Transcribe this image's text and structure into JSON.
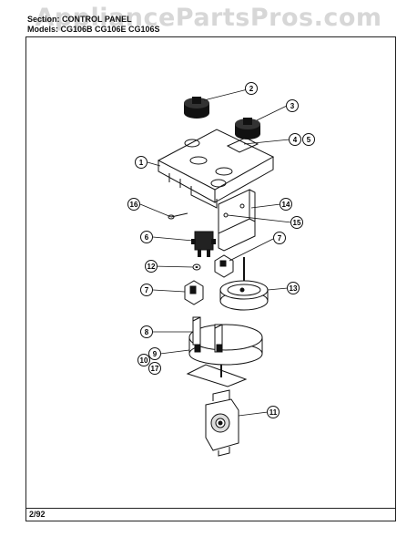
{
  "watermark": "AppliancePartsPros.com",
  "header": {
    "section": "Section: CONTROL PANEL",
    "models": "Models: CG106B  CG106E  CG106S"
  },
  "footer": {
    "date": "2/92"
  },
  "callouts": [
    "1",
    "2",
    "3",
    "4",
    "5",
    "6",
    "7",
    "7",
    "8",
    "9",
    "10",
    "11",
    "12",
    "13",
    "14",
    "15",
    "16",
    "17"
  ]
}
